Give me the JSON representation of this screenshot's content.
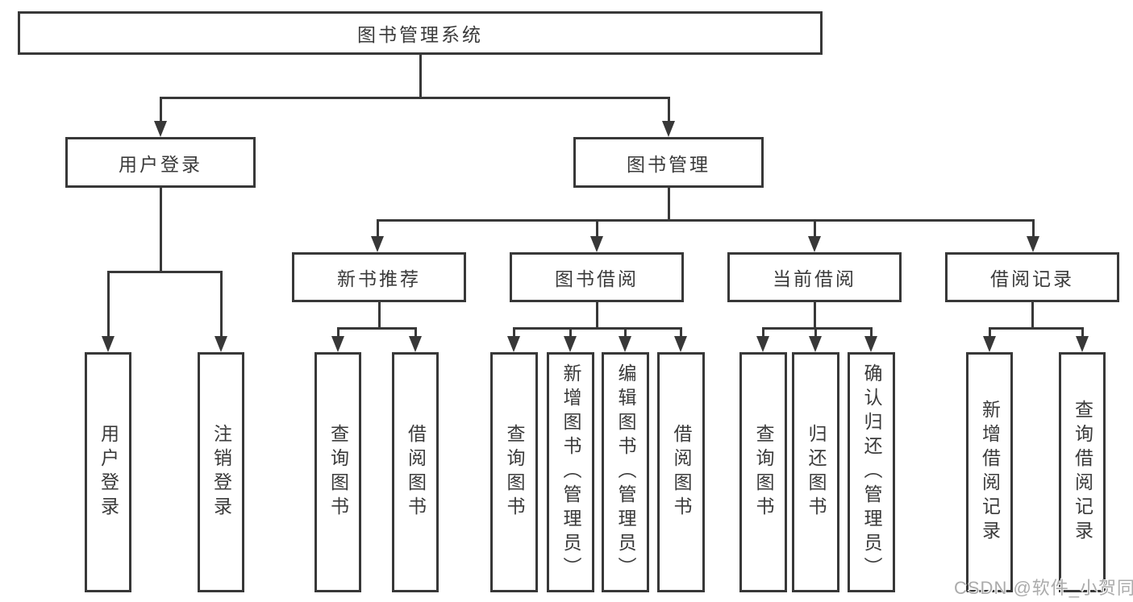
{
  "diagram": {
    "root": "图书管理系统",
    "user_login": {
      "label": "用户登录",
      "children": [
        "用户登录",
        "注销登录"
      ]
    },
    "book_mgmt": {
      "label": "图书管理",
      "new_books": {
        "label": "新书推荐",
        "children": [
          "查询图书",
          "借阅图书"
        ]
      },
      "book_borrow": {
        "label": "图书借阅",
        "children": [
          "查询图书",
          "新增图书（管理员）",
          "编辑图书（管理员）",
          "借阅图书"
        ]
      },
      "current_borrow": {
        "label": "当前借阅",
        "children": [
          "查询图书",
          "归还图书",
          "确认归还（管理员）"
        ]
      },
      "borrow_records": {
        "label": "借阅记录",
        "children": [
          "新增借阅记录",
          "查询借阅记录"
        ]
      }
    },
    "watermark": "CSDN @软件_小贺同学",
    "colors": {
      "line": "#383838",
      "text": "#3a3a3a",
      "watermark": "#ababab",
      "background": "#ffffff"
    }
  }
}
